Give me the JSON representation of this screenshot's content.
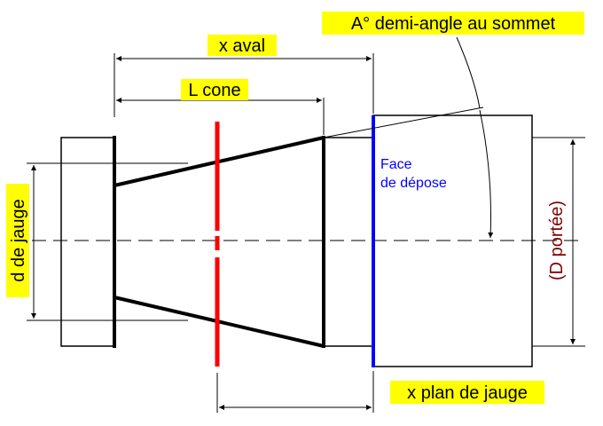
{
  "labels": {
    "x_aval": "x aval",
    "l_cone": "L cone",
    "half_angle": "A° demi-angle au sommet",
    "d_jauge": "d de jauge",
    "d_portee": "(D portée)",
    "face_line1": "Face",
    "face_line2": "de dépose",
    "x_plan_jauge": "x plan de jauge"
  },
  "colors": {
    "outline": "#000000",
    "gauge_plane": "#ff0000",
    "seating_face": "#0000ff",
    "highlight": "#ffff00",
    "d_portee_text": "#800000"
  }
}
